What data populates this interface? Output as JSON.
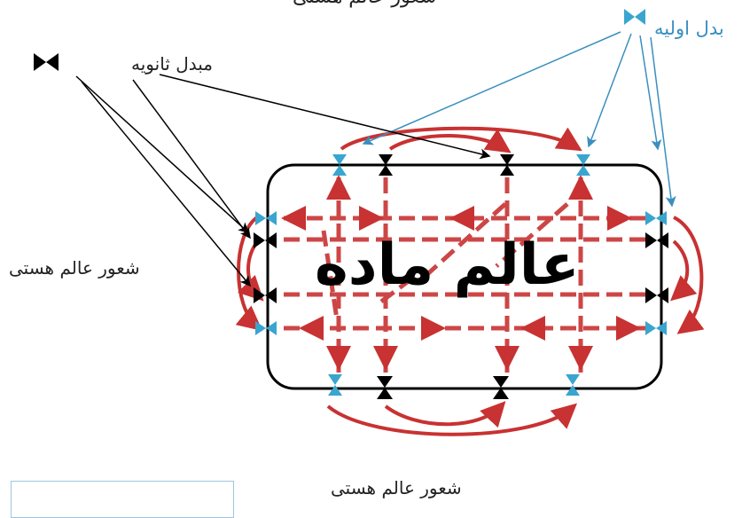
{
  "labels": {
    "top": "شعور عالم هستی",
    "initial": "بدل اولیه",
    "secondary": "مبدل ثانویه",
    "left": "شعور عالم هستی",
    "bottom": "شعور عالم هستی",
    "center": "عالم ماده"
  },
  "colors": {
    "primary_converter": "#3aa5cf",
    "secondary_converter": "#000000",
    "flow_arrow": "#c83232",
    "pointer_initial": "#3a8fc0",
    "pointer_secondary": "#000000"
  }
}
